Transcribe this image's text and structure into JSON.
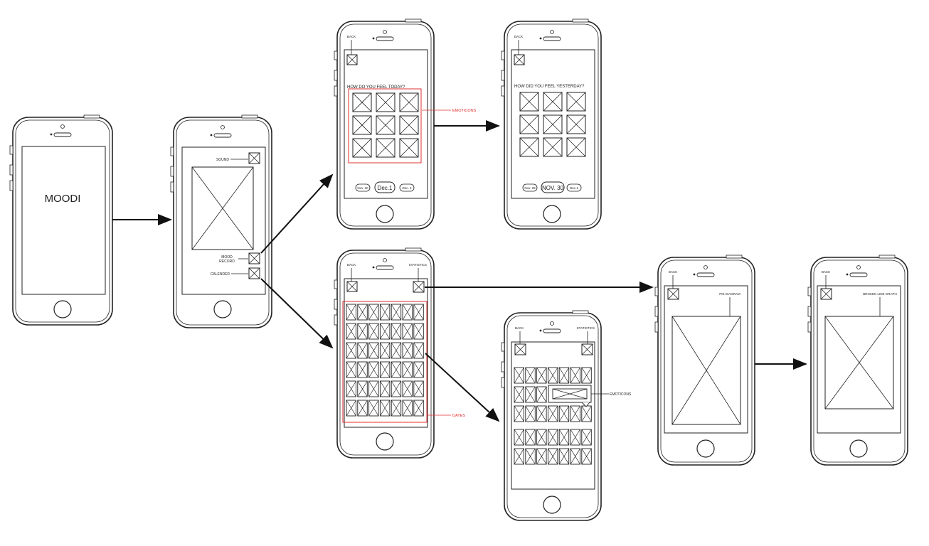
{
  "colors": {
    "line": "#222222",
    "annotation": "#e03030",
    "background": "#ffffff"
  },
  "screens": {
    "splash": {
      "title": "MOODI"
    },
    "home": {
      "sound_label": "SOUND",
      "mood_record_label_1": "MOOD",
      "mood_record_label_2": "RECORD",
      "calendar_label": "CALENDER"
    },
    "today": {
      "back_label": "BACK",
      "question": "HOW DO YOU FEEL TODAY?",
      "annotation": "EMOTICONS",
      "dates": [
        "Nov. 30",
        "Dec.1",
        "Dec. 2"
      ]
    },
    "yesterday": {
      "back_label": "BACK",
      "question": "HOW DID YOU FEEL YESTERDAY?",
      "dates": [
        "Nov. 29",
        "NOV. 30",
        "Dec.1"
      ]
    },
    "calendar": {
      "back_label": "BACK",
      "statistics_label": "STATISTICS",
      "annotation": "DATES"
    },
    "calendar_popup": {
      "back_label": "BACK",
      "statistics_label": "STATISTICS",
      "annotation": "EMOTICONS"
    },
    "pie": {
      "back_label": "BACK",
      "chart_label": "PIE DIAGRAM"
    },
    "line": {
      "back_label": "BACK",
      "chart_label": "BROKEN LINE GRAPH"
    }
  }
}
